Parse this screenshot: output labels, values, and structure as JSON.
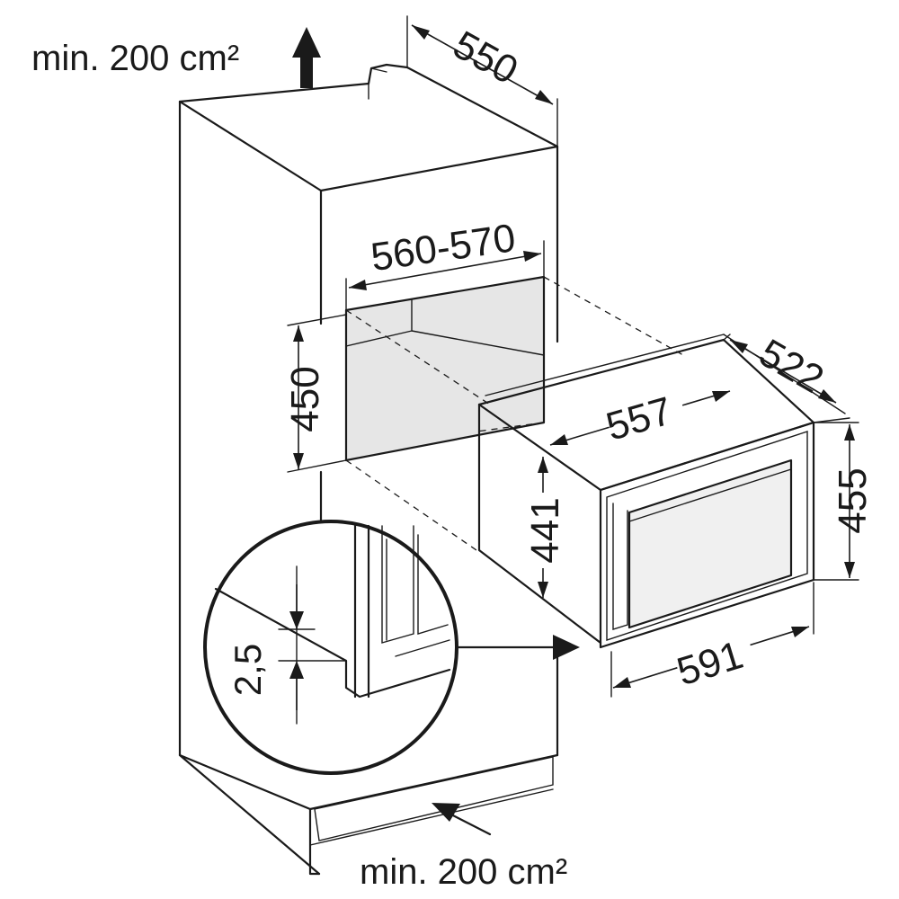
{
  "colors": {
    "line": "#1a1a1a",
    "niche_fill": "#e6e6e6",
    "appliance_panel": "#f0f0f0",
    "background": "#ffffff"
  },
  "ventilation": {
    "top": "min. 200 cm²",
    "bottom": "min. 200 cm²"
  },
  "dimensions": {
    "cabinet_depth": "550",
    "niche_width": "560-570",
    "niche_height": "450",
    "appliance_depth": "522",
    "appliance_body_width": "557",
    "appliance_body_height": "441",
    "appliance_front_height": "455",
    "appliance_front_width": "591"
  },
  "detail": {
    "gap": "2,5"
  },
  "icons": {
    "vent_up": "arrow-up-icon",
    "vent_in": "arrow-diagonal-icon",
    "detail_pointer": "arrow-right-icon"
  }
}
